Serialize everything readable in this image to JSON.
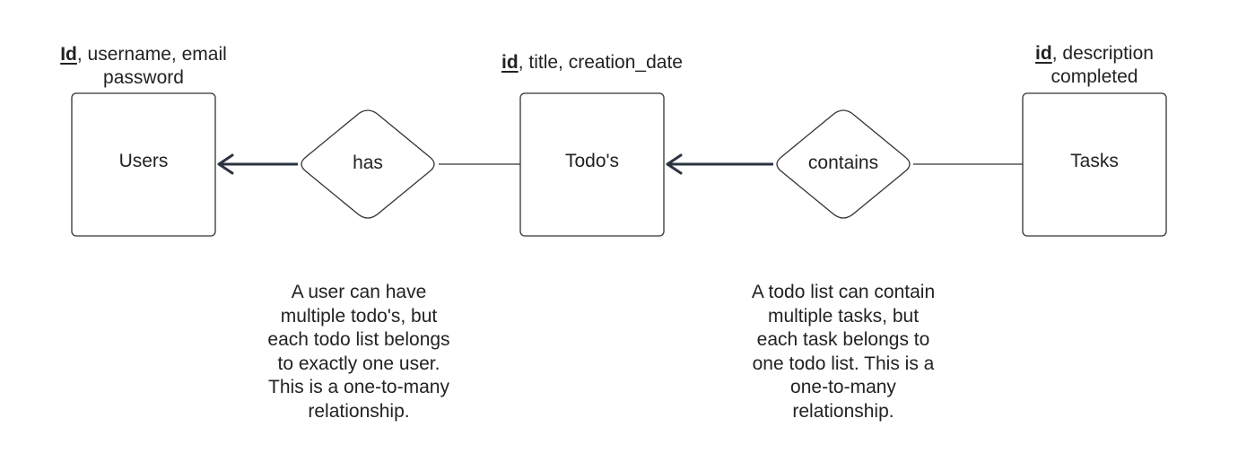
{
  "entities": {
    "users": {
      "label": "Users",
      "attr_key": "Id",
      "attr_line1_rest": ", username, email",
      "attr_line2": "password"
    },
    "todos": {
      "label": "Todo's",
      "attr_key": "id",
      "attr_line1_rest": ", title, creation_date",
      "attr_line2": ""
    },
    "tasks": {
      "label": "Tasks",
      "attr_key": "id",
      "attr_line1_rest": ", description",
      "attr_line2": "completed"
    }
  },
  "relationships": {
    "has": {
      "label": "has",
      "note_lines": [
        "A user can have",
        "multiple todo's, but",
        "each todo list belongs",
        "to exactly one user.",
        "This is a one-to-many",
        "relationship."
      ]
    },
    "contains": {
      "label": "contains",
      "note_lines": [
        "A todo list can contain",
        "multiple tasks, but",
        "each task belongs to",
        "one todo list. This is a",
        "one-to-many",
        "relationship."
      ]
    }
  },
  "colors": {
    "stroke": "#333333",
    "arrow": "#2b3340",
    "text": "#222222"
  }
}
